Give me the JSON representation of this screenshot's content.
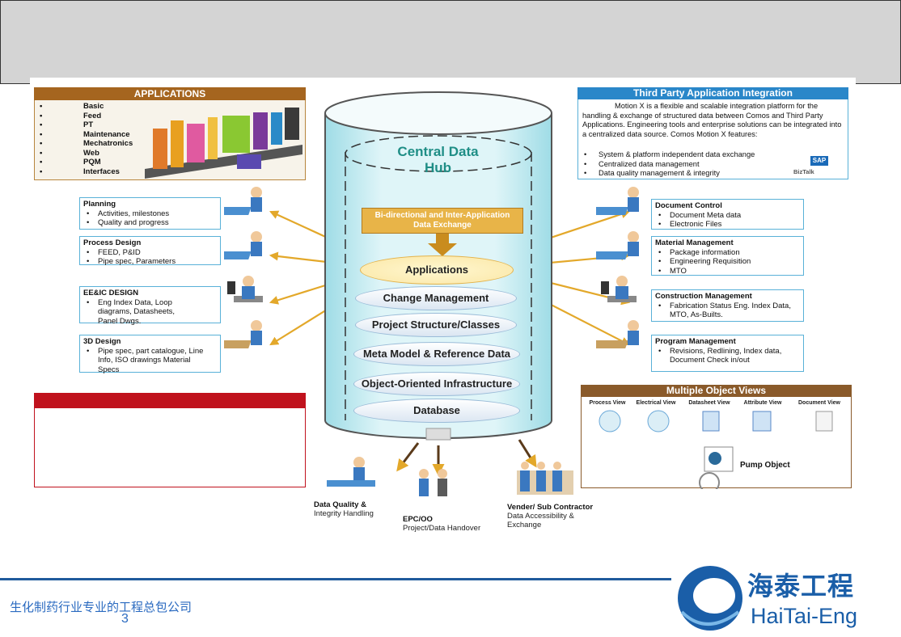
{
  "applications": {
    "title": "APPLICATIONS",
    "items": [
      "Basic",
      "Feed",
      "PT",
      "Maintenance",
      "Mechatronics",
      "Web",
      "PQM",
      "Interfaces"
    ]
  },
  "third_party": {
    "title": "Third Party Application Integration",
    "desc": "Motion X is a flexible and scalable integration platform for the handling & exchange of structured data between Comos and Third Party Applications. Engineering tools and enterprise solutions can be integrated into a centralized data source. Comos Motion X features:",
    "items": [
      "System & platform independent data exchange",
      "Centralized data management",
      "Data quality management & integrity"
    ],
    "logos": [
      "SAP",
      "BizTalk"
    ]
  },
  "hub": {
    "title_line1": "Central Data",
    "title_line2": "Hub",
    "exchange_line1": "Bi-directional and Inter-Application",
    "exchange_line2": "Data Exchange",
    "layers": [
      "Applications",
      "Change Management",
      "Project Structure/Classes",
      "Meta Model & Reference Data",
      "Object-Oriented Infrastructure",
      "Database"
    ]
  },
  "left_boxes": [
    {
      "title": "Planning",
      "items": [
        "Activities, milestones",
        "Quality and progress"
      ]
    },
    {
      "title": "Process Design",
      "items": [
        "FEED, P&ID",
        "Pipe spec, Parameters"
      ]
    },
    {
      "title": "EE&IC DESIGN",
      "items": [
        "Eng Index Data, Loop diagrams, Datasheets, Panel Dwgs."
      ]
    },
    {
      "title": "3D Design",
      "items": [
        "Pipe spec, part catalogue, Line Info, ISO drawings Material Specs"
      ]
    }
  ],
  "right_boxes": [
    {
      "title": "Document Control",
      "items": [
        "Document Meta data",
        "Electronic Files"
      ]
    },
    {
      "title": "Material Management",
      "items": [
        "Package information",
        "Engineering Requisition",
        "MTO"
      ]
    },
    {
      "title": "Construction Management",
      "items": [
        "Fabrication Status Eng. Index Data, MTO, As-Builts."
      ]
    },
    {
      "title": "Program Management",
      "items": [
        "Revisions, Redlining, Index data, Document Check in/out"
      ]
    }
  ],
  "bottom": {
    "data_quality_1": "Data Quality &",
    "data_quality_2": "Integrity Handling",
    "epc_1": "EPC/OO",
    "epc_2": "Project/Data Handover",
    "vendor_1": "Vender/ Sub Contractor",
    "vendor_2": "Data Accessibility &",
    "vendor_3": "Exchange"
  },
  "object_views": {
    "title": "Multiple Object Views",
    "views": [
      "Process View",
      "Electrical View",
      "Datasheet View",
      "Attribute View",
      "Document View"
    ],
    "pump_label": "Pump Object"
  },
  "footer": {
    "company_text": "生化制药行业专业的工程总包公司",
    "page_number": "3",
    "logo_cn": "海泰工程",
    "logo_en": "HaiTai-Eng"
  },
  "colors": {
    "header_brown": "#a5651f",
    "header_blue": "#2a87c9",
    "box_border": "#59b1d8",
    "arrow": "#e3a82a",
    "red_bar": "#c0121d",
    "footer_line": "#1f5a9c",
    "logo_blue": "#1a5ea8",
    "hub_text": "#1f8e86"
  }
}
